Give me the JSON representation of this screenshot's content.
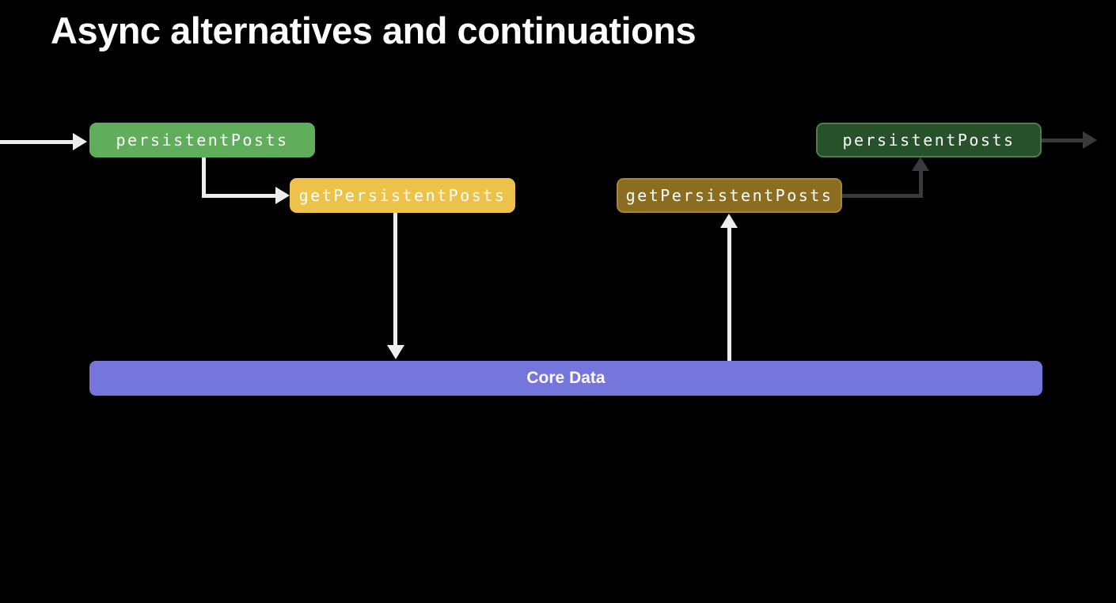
{
  "slide": {
    "title": "Async alternatives and continuations",
    "background_color": "#000000"
  },
  "diagram": {
    "nodes": [
      {
        "id": "persistent-posts-left",
        "label": "persistentPosts",
        "fill": "#60AE5B",
        "text_color": "#FFFFFF"
      },
      {
        "id": "get-persistent-posts-left",
        "label": "getPersistentPosts",
        "fill": "#ECC24B",
        "text_color": "#FFFFFF"
      },
      {
        "id": "get-persistent-posts-right",
        "label": "getPersistentPosts",
        "fill": "#8A6D21",
        "border_color": "#A8882E",
        "text_color": "#FFFFFF"
      },
      {
        "id": "persistent-posts-right",
        "label": "persistentPosts",
        "fill": "#26512B",
        "border_color": "#4E7F44",
        "text_color": "#FFFFFF"
      },
      {
        "id": "core-data",
        "label": "Core Data",
        "fill": "#7476DC",
        "text_color": "#FFFFFF"
      }
    ],
    "edges": [
      {
        "id": "flow-in-from-left",
        "from": "offscreen-left",
        "to": "persistent-posts-left",
        "color": "#EDEDED",
        "direction": "right"
      },
      {
        "id": "persistent-posts-to-get-persistent",
        "from": "persistent-posts-left",
        "to": "get-persistent-posts-left",
        "color": "#EDEDED",
        "direction": "down-then-right"
      },
      {
        "id": "get-persistent-to-core-data",
        "from": "get-persistent-posts-left",
        "to": "core-data",
        "color": "#EDEDED",
        "direction": "down"
      },
      {
        "id": "core-data-to-get-persistent",
        "from": "core-data",
        "to": "get-persistent-posts-right",
        "color": "#EDEDED",
        "direction": "up"
      },
      {
        "id": "get-persistent-to-persistent-posts",
        "from": "get-persistent-posts-right",
        "to": "persistent-posts-right",
        "color": "#3A3A3C",
        "direction": "right-then-up"
      },
      {
        "id": "flow-out-to-right",
        "from": "persistent-posts-right",
        "to": "offscreen-right",
        "color": "#3A3A3C",
        "direction": "right"
      }
    ],
    "arrow_colors": {
      "light": "#EDEDED",
      "dark": "#3A3A3C"
    }
  }
}
